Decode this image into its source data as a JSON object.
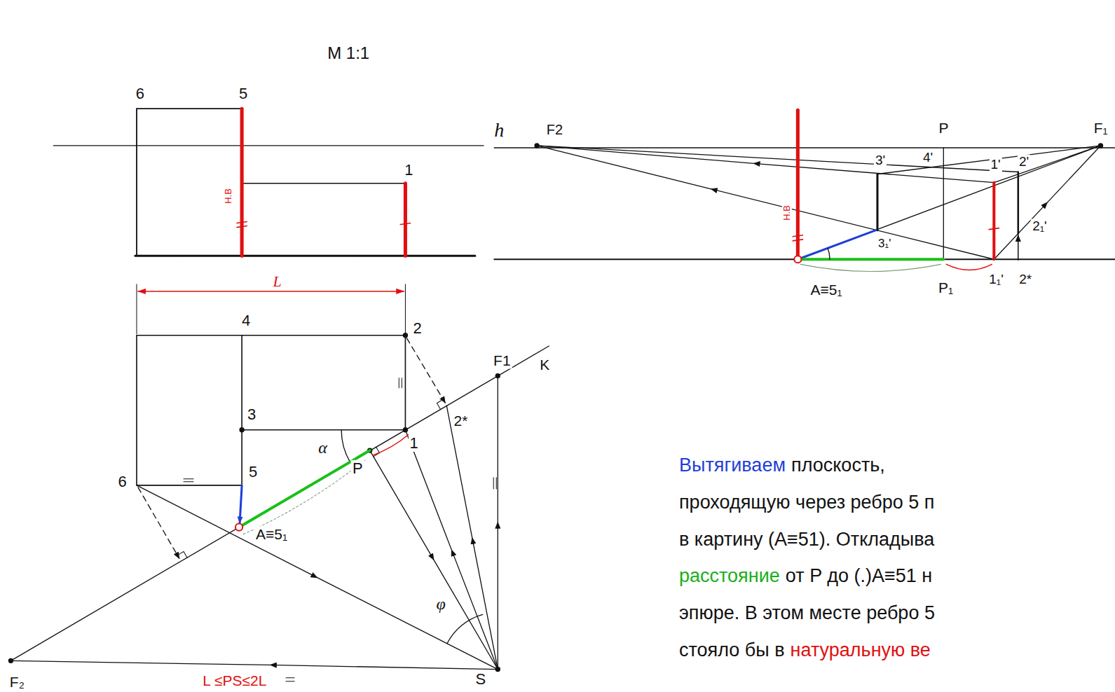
{
  "diagram": {
    "labels": [
      "М 1:1",
      "6",
      "5",
      "h",
      "1",
      "Н.В",
      "L",
      "4",
      "2",
      "3",
      "α",
      "1",
      "2*",
      "6",
      "5",
      "P",
      "A≡5₁",
      "F1",
      "K",
      "φ",
      "F₂",
      "L ≤PS≤2L",
      "S",
      "F2",
      "P",
      "F₁",
      "3'",
      "4'",
      "1'",
      "2'",
      "Н.В",
      "2₁'",
      "3₁'",
      "A≡5₁",
      "P₁",
      "1₁'",
      "2*",
      "Вытягиваем",
      "плоскость,",
      "проходящую через ребро 5 п",
      "в картину (A≡51). Откладыва",
      "расстояние",
      "от P до (.)A≡51 н",
      "эпюре. В этом месте ребро 5",
      "стояло бы в",
      "натуральную ве"
    ]
  }
}
